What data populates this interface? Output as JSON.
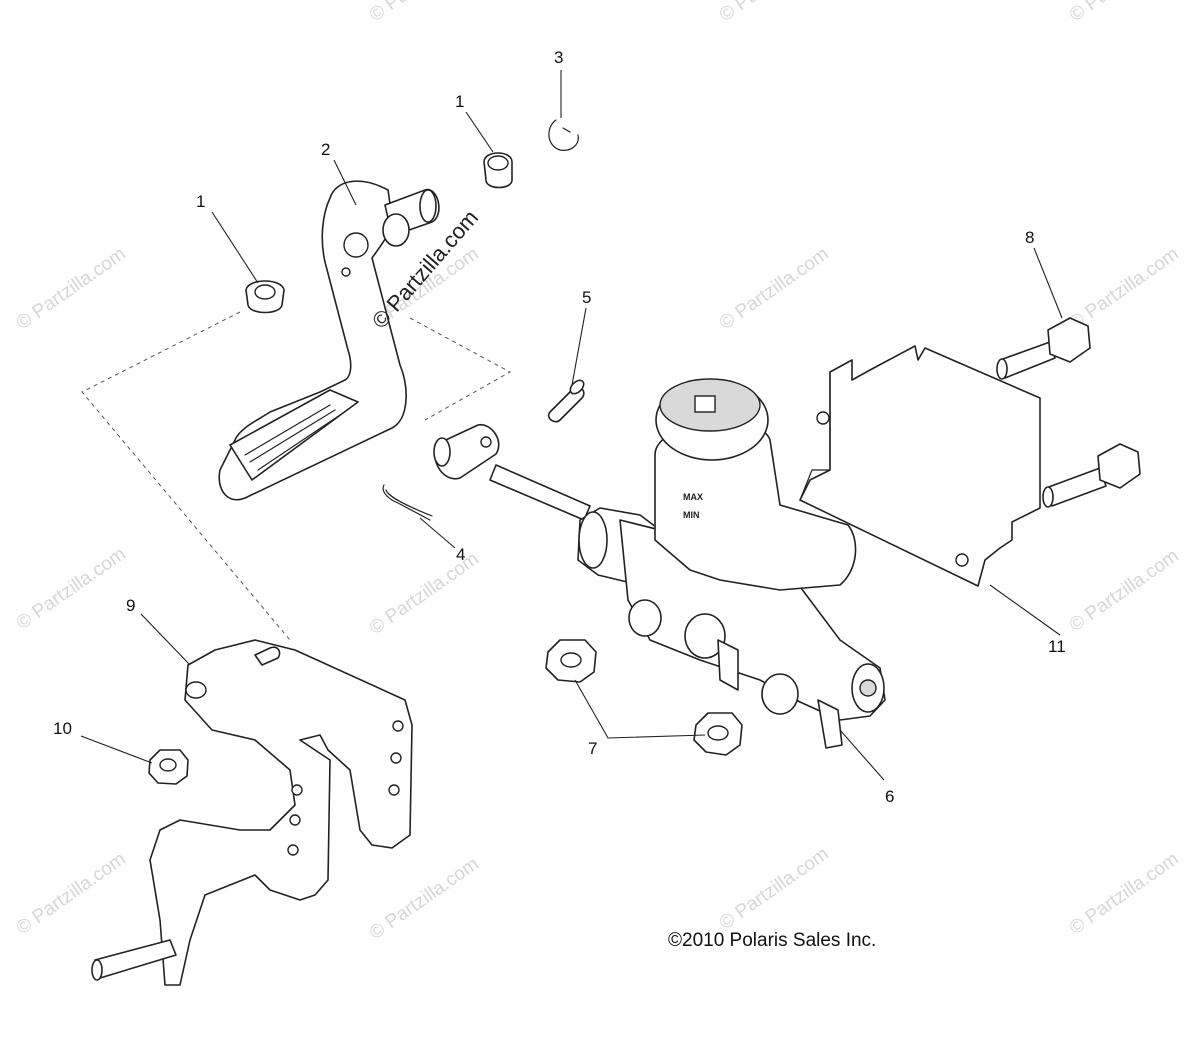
{
  "watermark_text": "© Partzilla.com",
  "main_watermark": "© Partzilla.com",
  "copyright": "©2010 Polaris Sales Inc.",
  "reservoir_labels": {
    "max": "MAX",
    "min": "MIN"
  },
  "callouts": [
    {
      "id": "1",
      "label": "1"
    },
    {
      "id": "1b",
      "label": "1"
    },
    {
      "id": "2",
      "label": "2"
    },
    {
      "id": "3",
      "label": "3"
    },
    {
      "id": "4",
      "label": "4"
    },
    {
      "id": "5",
      "label": "5"
    },
    {
      "id": "6",
      "label": "6"
    },
    {
      "id": "7",
      "label": "7"
    },
    {
      "id": "8",
      "label": "8"
    },
    {
      "id": "9",
      "label": "9"
    },
    {
      "id": "10",
      "label": "10"
    },
    {
      "id": "11",
      "label": "11"
    }
  ]
}
